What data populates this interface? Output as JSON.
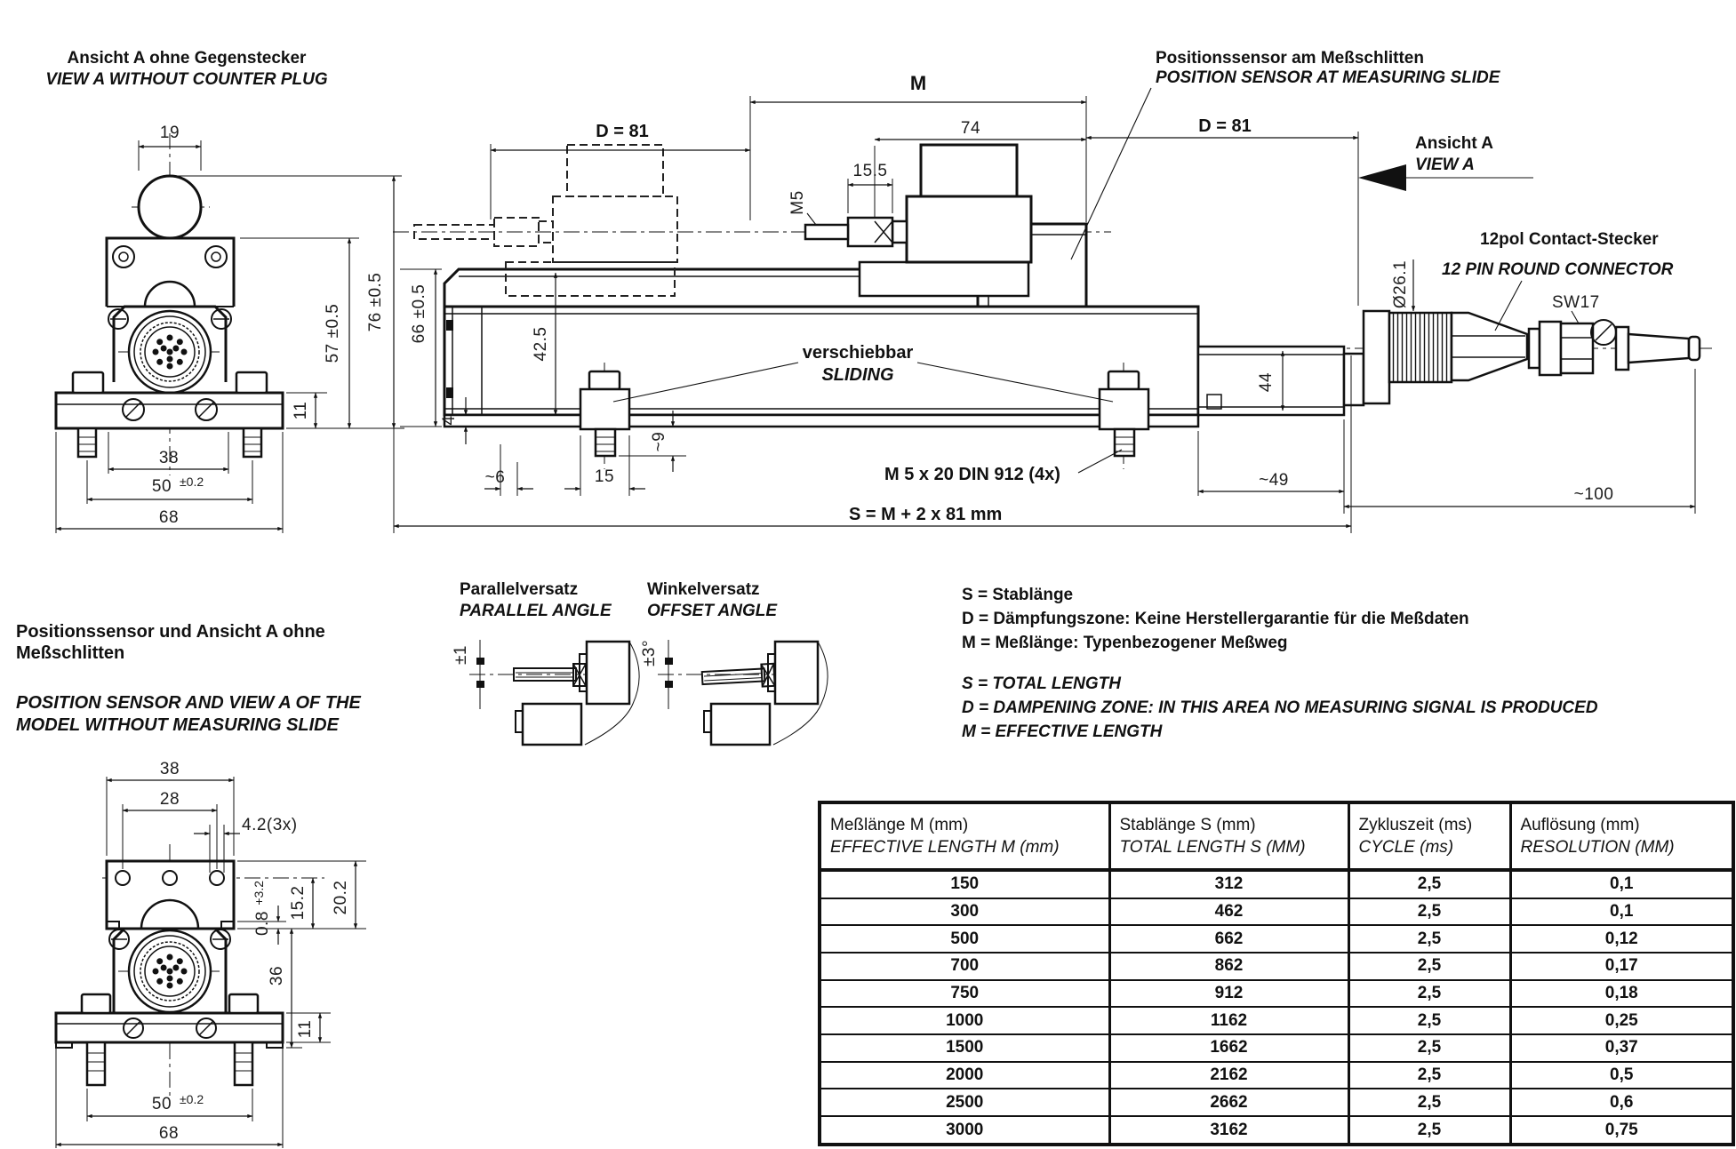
{
  "front_view": {
    "title_de": "Ansicht A ohne Gegenstecker",
    "title_en": "VIEW A WITHOUT COUNTER PLUG",
    "d19": "19",
    "d76": "76 ±0.5",
    "d57": "57 ±0.5",
    "d11": "11",
    "d38": "38",
    "d50": "50",
    "d50_tol": "±0.2",
    "d68": "68"
  },
  "main_view": {
    "m": "M",
    "d81_left": "D = 81",
    "d81_right": "D = 81",
    "d74": "74",
    "d15_5": "15.5",
    "m5": "M5",
    "d66": "66 ±0.5",
    "d42_5": "42.5",
    "d4": "4",
    "d6": "~6",
    "d15": "15",
    "d9": "~9",
    "d44": "44",
    "d49": "~49",
    "d100": "~100",
    "dia": "Ø26.1",
    "sw": "SW17",
    "sliding_de": "verschiebbar",
    "sliding_en": "SLIDING",
    "screw_note": "M 5 x 20 DIN 912 (4x)",
    "s_formula": "S = M + 2 x 81 mm"
  },
  "annotations": {
    "sensor_de": "Positionssensor am Meßschlitten",
    "sensor_en": "POSITION SENSOR AT MEASURING SLIDE",
    "view_a_de": "Ansicht A",
    "view_a_en": "VIEW A",
    "connector_de": "12pol Contact-Stecker",
    "connector_en": "12 PIN ROUND CONNECTOR"
  },
  "alignment": {
    "parallel_de": "Parallelversatz",
    "parallel_en": "PARALLEL ANGLE",
    "parallel_tol": "±1",
    "offset_de": "Winkelversatz",
    "offset_en": "OFFSET ANGLE",
    "offset_tol": "±3°"
  },
  "legend": {
    "s_de": "S = Stablänge",
    "d_de": "D = Dämpfungszone: Keine Herstellergarantie für die Meßdaten",
    "m_de": "M = Meßlänge: Typenbezogener Meßweg",
    "s_en": "S = TOTAL LENGTH",
    "d_en": "D = DAMPENING ZONE: IN THIS AREA NO MEASURING SIGNAL IS PRODUCED",
    "m_en": "M = EFFECTIVE LENGTH"
  },
  "bottom_view": {
    "title_de_1": "Positionssensor und Ansicht A ohne",
    "title_de_2": "Meßschlitten",
    "title_en_1": "POSITION SENSOR AND VIEW A OF THE",
    "title_en_2": "MODEL WITHOUT MEASURING SLIDE",
    "d38": "38",
    "d28": "28",
    "d4_2": "4.2(3x)",
    "d0_8": "0.8",
    "d0_8_tol": "+3.2",
    "d15_2": "15.2",
    "d20_2": "20.2",
    "d36": "36",
    "d11": "11",
    "d50": "50",
    "d50_tol": "±0.2",
    "d68": "68"
  },
  "table": {
    "headers": [
      {
        "de": "Meßlänge M (mm)",
        "en": "EFFECTIVE LENGTH M (mm)"
      },
      {
        "de": "Stablänge S (mm)",
        "en": "TOTAL LENGTH S (MM)"
      },
      {
        "de": "Zykluszeit (ms)",
        "en": "CYCLE (ms)"
      },
      {
        "de": "Auflösung (mm)",
        "en": "RESOLUTION (MM)"
      }
    ],
    "rows": [
      [
        "150",
        "312",
        "2,5",
        "0,1"
      ],
      [
        "300",
        "462",
        "2,5",
        "0,1"
      ],
      [
        "500",
        "662",
        "2,5",
        "0,12"
      ],
      [
        "700",
        "862",
        "2,5",
        "0,17"
      ],
      [
        "750",
        "912",
        "2,5",
        "0,18"
      ],
      [
        "1000",
        "1162",
        "2,5",
        "0,25"
      ],
      [
        "1500",
        "1662",
        "2,5",
        "0,37"
      ],
      [
        "2000",
        "2162",
        "2,5",
        "0,5"
      ],
      [
        "2500",
        "2662",
        "2,5",
        "0,6"
      ],
      [
        "3000",
        "3162",
        "2,5",
        "0,75"
      ]
    ]
  }
}
